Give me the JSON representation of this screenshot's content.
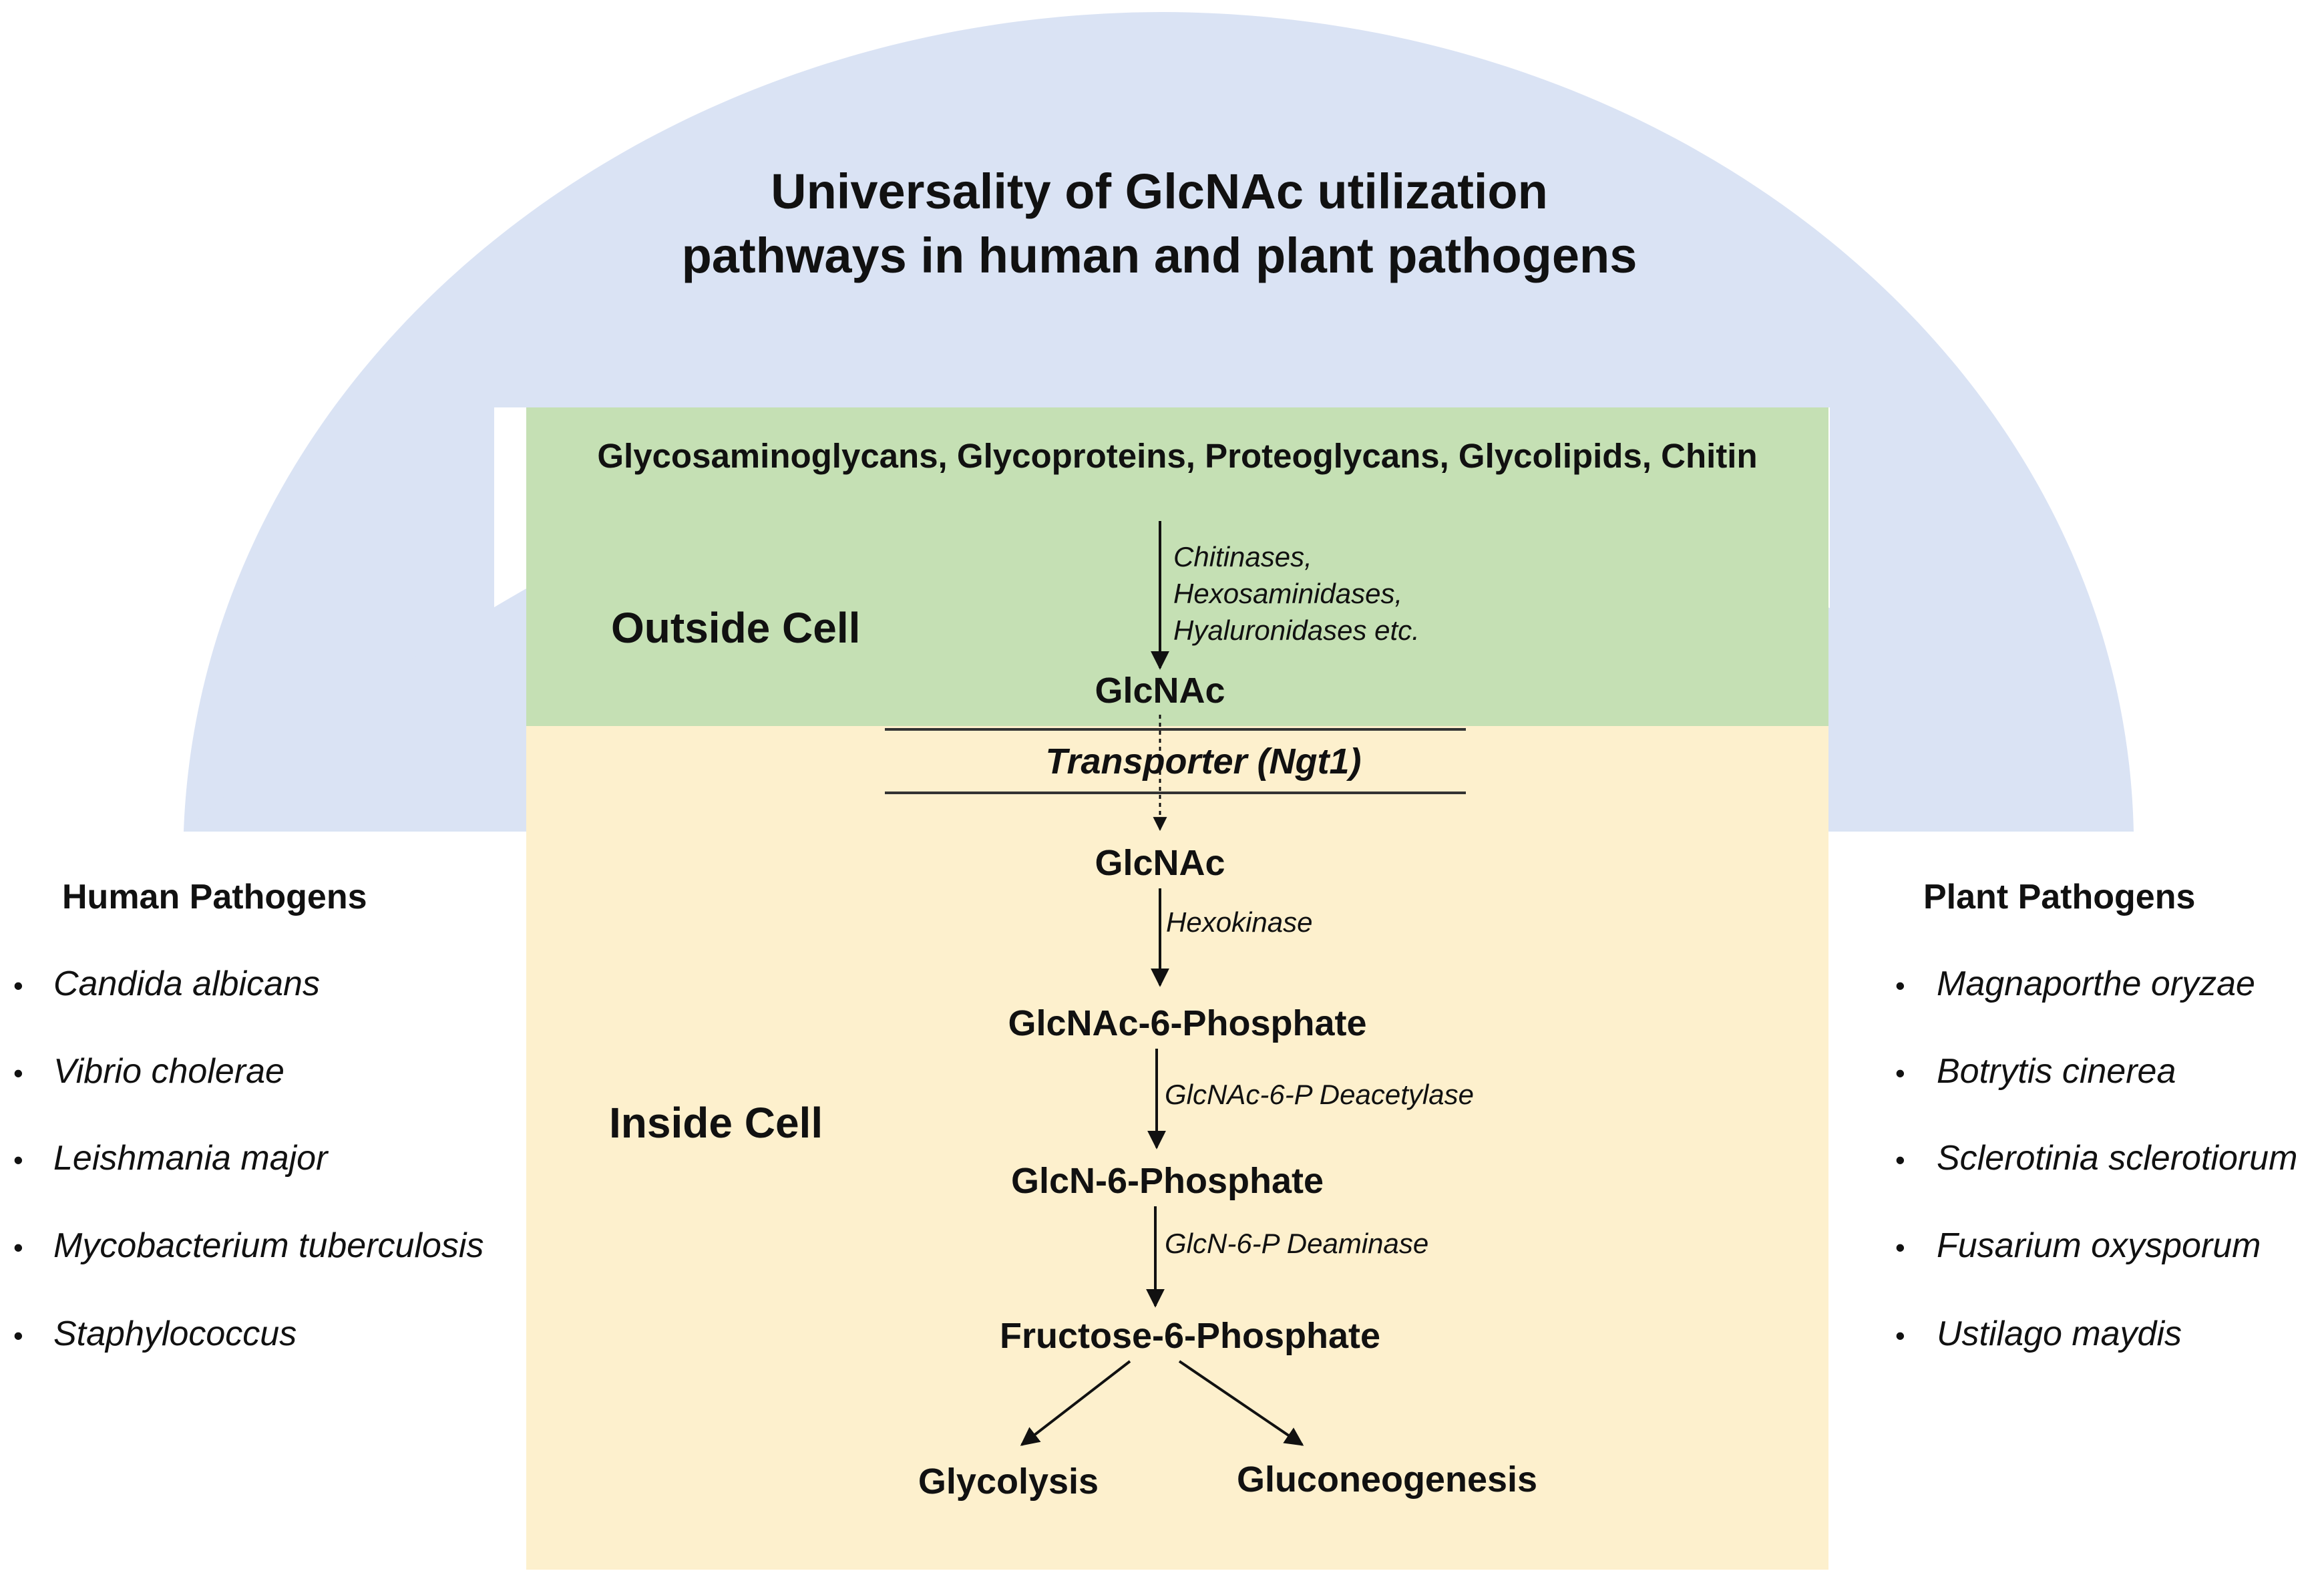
{
  "title": {
    "line1": "Universality of GlcNAc utilization",
    "line2": "pathways in human and plant pathogens"
  },
  "colors": {
    "arc": "#dae3f4",
    "outside_cell": "#c5e0b4",
    "inside_cell": "#fdf0cd",
    "ink": "#111111"
  },
  "outside_cell": {
    "label": "Outside Cell",
    "substrates": "Glycosaminoglycans, Glycoproteins, Proteoglycans, Glycolipids, Chitin",
    "enzymes": [
      "Chitinases,",
      "Hexosaminidases,",
      "Hyaluronidases  etc."
    ],
    "product": "GlcNAc"
  },
  "transporter": {
    "label": "Transporter (Ngt1)"
  },
  "inside_cell": {
    "label": "Inside Cell",
    "steps": [
      {
        "metabolite": "GlcNAc",
        "enzyme": "Hexokinase"
      },
      {
        "metabolite": "GlcNAc-6-Phosphate",
        "enzyme": "GlcNAc-6-P  Deacetylase"
      },
      {
        "metabolite": "GlcN-6-Phosphate",
        "enzyme": "GlcN-6-P  Deaminase"
      },
      {
        "metabolite": "Fructose-6-Phosphate",
        "enzyme": ""
      }
    ],
    "outputs": [
      "Glycolysis",
      "Gluconeogenesis"
    ]
  },
  "human_pathogens": {
    "heading": "Human Pathogens",
    "bullet": "•",
    "items": [
      "Candida albicans",
      "Vibrio cholerae",
      "Leishmania  major",
      "Mycobacterium tuberculosis",
      "Staphylococcus"
    ]
  },
  "plant_pathogens": {
    "heading": "Plant Pathogens",
    "bullet": "•",
    "items": [
      "Magnaporthe oryzae",
      "Botrytis cinerea",
      "Sclerotinia sclerotiorum",
      "Fusarium oxysporum",
      "Ustilago maydis"
    ]
  }
}
